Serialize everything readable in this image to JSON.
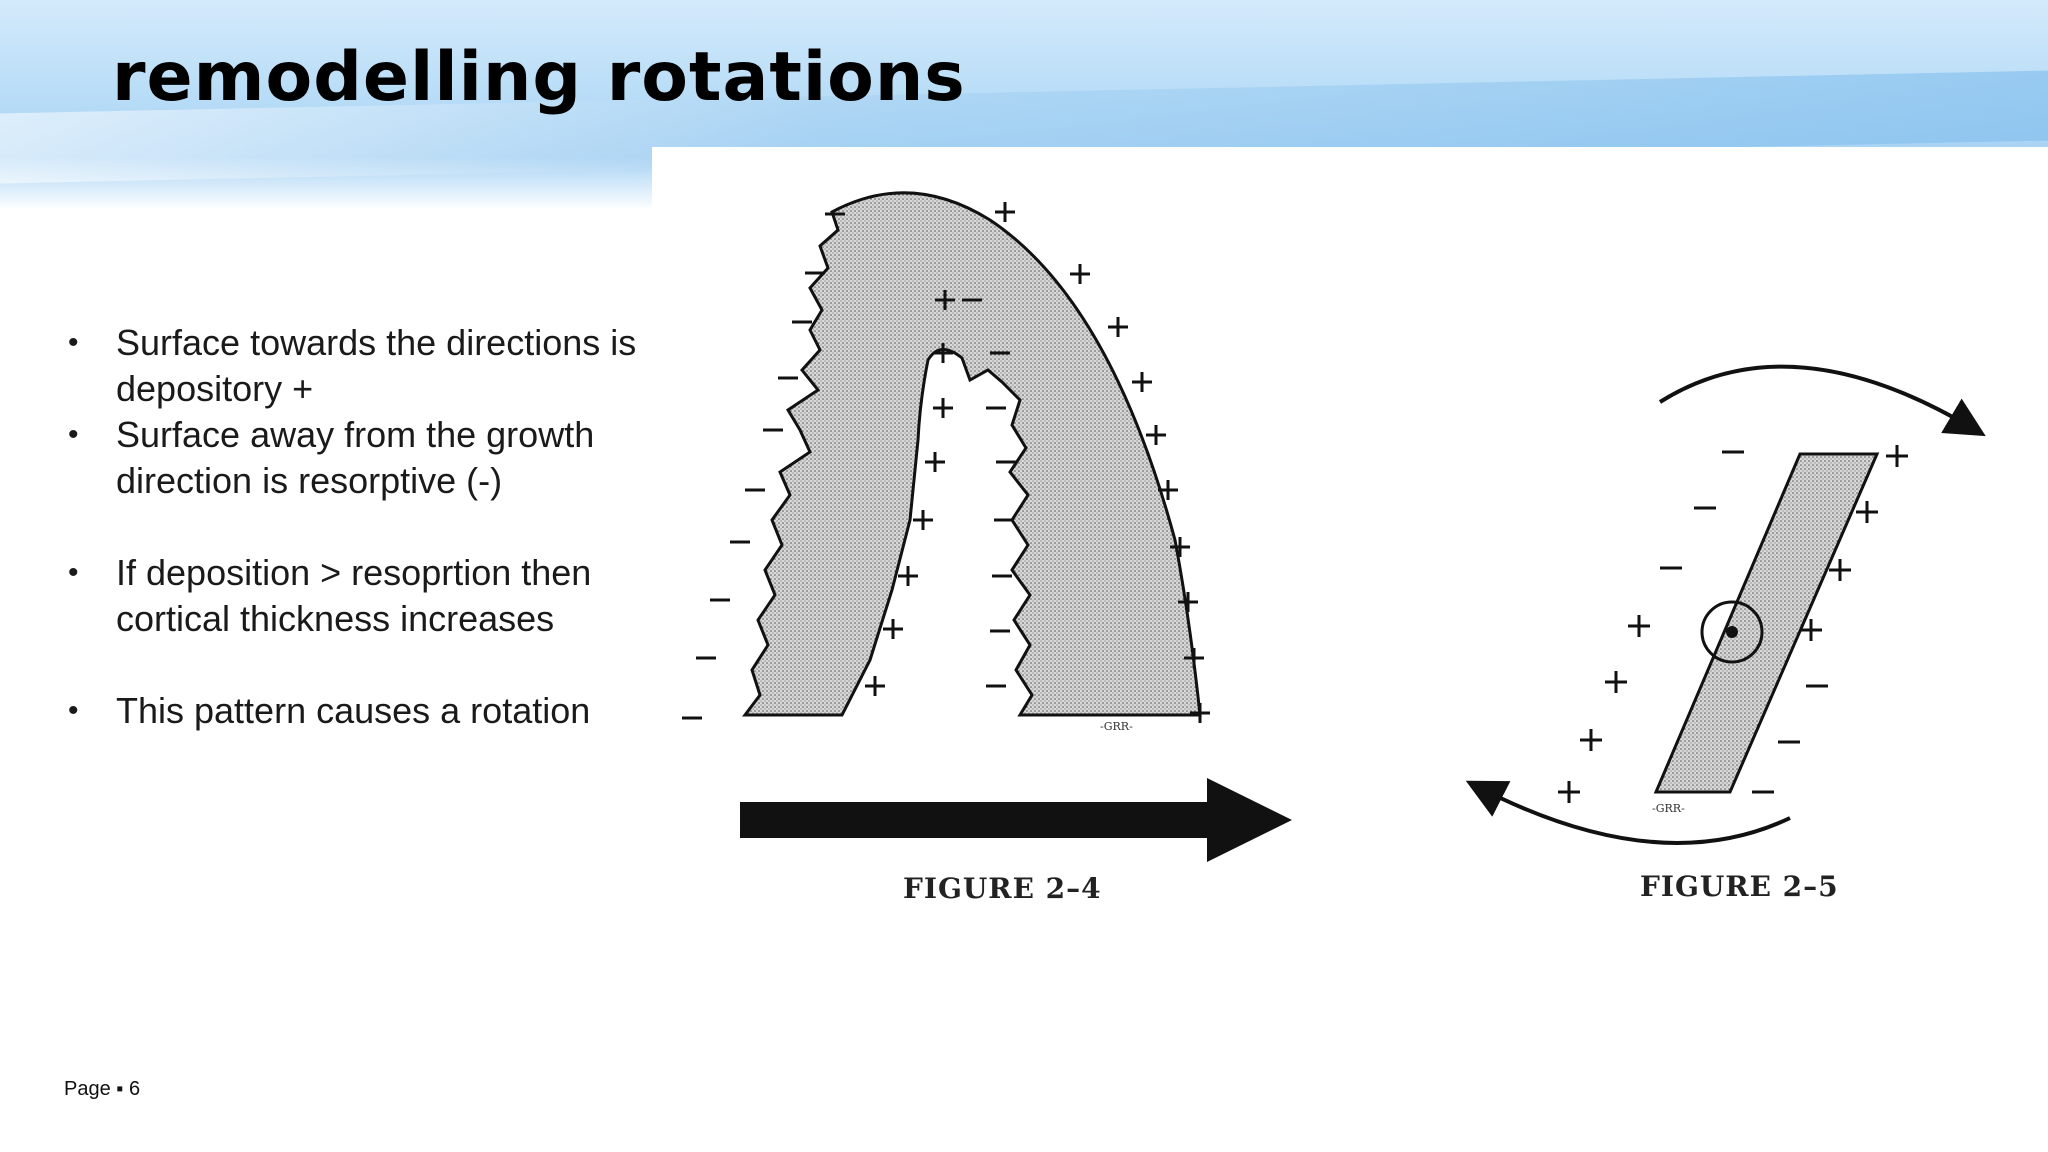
{
  "slide": {
    "title": "remodelling rotations",
    "bullets": [
      "Surface towards the directions is depository +",
      "Surface away from the growth direction is resorptive (-)",
      "If deposition > resoprtion then cortical thickness increases",
      "This pattern causes a rotation"
    ],
    "footer": {
      "page_label": "Page",
      "separator": "▪",
      "page_number": "6"
    }
  },
  "figures": {
    "left": {
      "caption": "FIGURE 2–4",
      "signature": "-GRR-"
    },
    "right": {
      "caption": "FIGURE 2–5",
      "signature": "-GRR-"
    },
    "plus_sign": "+",
    "minus_sign": "—"
  },
  "colors": {
    "bone_fill": "#cfcfcf",
    "ink": "#111111",
    "header_sky": "#a6d2f4"
  }
}
